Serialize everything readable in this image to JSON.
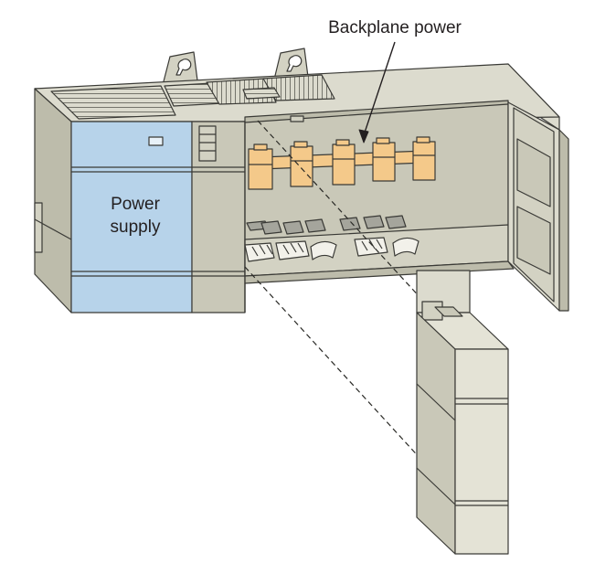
{
  "labels": {
    "backplane_power": "Backplane power",
    "power_supply_line1": "Power",
    "power_supply_line2": "supply"
  },
  "colors": {
    "outline": "#3a3a36",
    "chassis_top": "#dcdbce",
    "chassis_front": "#d3d2c3",
    "chassis_side": "#bdbcab",
    "interior": "#c9c8b8",
    "power_supply": "#b7d3ea",
    "backplane_connector": "#f4c98a",
    "module": "#e4e3d6",
    "text": "#231f20"
  }
}
